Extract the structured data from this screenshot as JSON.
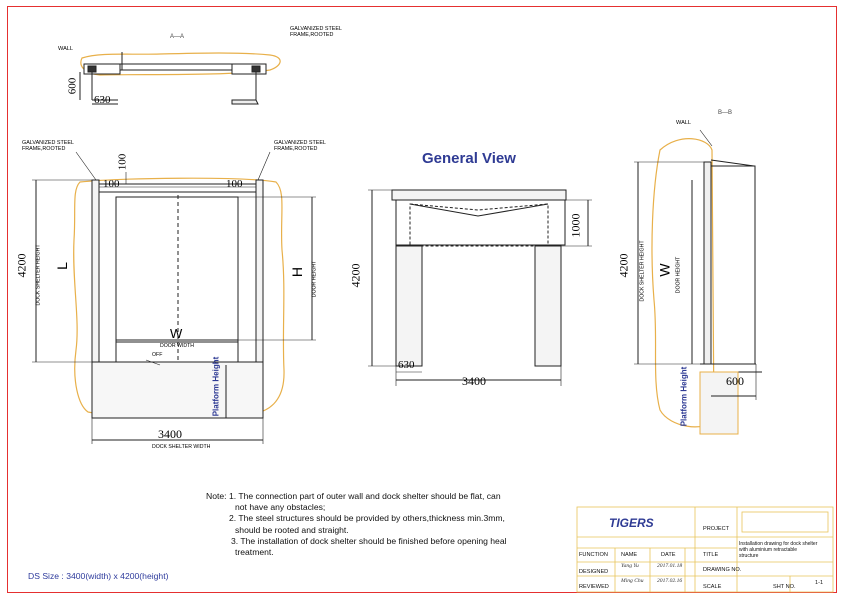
{
  "general_view_title": "General View",
  "section_aa": "A—A",
  "section_bb": "B—B",
  "labels": {
    "wall": "WALL",
    "galv_line1": "GALVANIZED STEEL",
    "galv_line2": "FRAME,ROOTED",
    "door_width": "DOOR WIDTH",
    "door_height": "DOOR HEIGHT",
    "dock_shelter_height": "DOCK SHELTER HEIGHT",
    "dock_shelter_width": "DOCK SHELTER WIDTH",
    "off": "OFF",
    "platform_height": "Platform Height",
    "w": "W",
    "h": "H",
    "l": "L"
  },
  "dimensions": {
    "d600": "600",
    "d630": "630",
    "d100": "100",
    "d4200": "4200",
    "d3400": "3400",
    "d1000": "1000"
  },
  "notes": {
    "prefix": "Note:",
    "line1": "1. The connection part of outer wall and dock shelter should be flat, can",
    "line1b": "not have any obstacles;",
    "line2": "2. The steel structures should be provided by others,thickness min.3mm,",
    "line2b": "should be rooted and straight.",
    "line3": "3. The installation of dock shelter should be finished before opening heal",
    "line3b": "treatment."
  },
  "ds_size": "DS Size : 3400(width) x 4200(height)",
  "title_block": {
    "logo": "TIGERS",
    "project_label": "PROJECT",
    "function_label": "FUNCTION",
    "name_label": "NAME",
    "date_label": "DATE",
    "title_label": "TITLE",
    "title_text_1": "Installation drawing for dock shelter",
    "title_text_2": "with aluminium retractable",
    "title_text_3": "structure",
    "designed_label": "DESIGNED",
    "designed_name": "Yang Yu",
    "designed_date": "2017.01.18",
    "reviewed_label": "REVIEWED",
    "reviewed_name": "Ming Chu",
    "reviewed_date": "2017.02.16",
    "drawing_no_label": "DRAWING NO.",
    "scale_label": "SCALE",
    "sht_no_label": "SHT NO.",
    "sht_no": "1-1"
  },
  "colors": {
    "frame": "#e53030",
    "highlight": "#e8b04a",
    "title_accent": "#2f3b94",
    "title_block_lines": "#e8c45a"
  }
}
